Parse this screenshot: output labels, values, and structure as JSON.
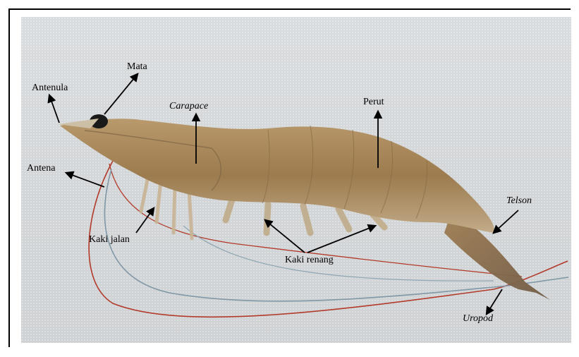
{
  "labels": {
    "antenula": "Antenula",
    "mata": "Mata",
    "carapace": "Carapace",
    "perut": "Perut",
    "antena": "Antena",
    "kaki_jalan": "Kaki jalan",
    "kaki_renang": "Kaki renang",
    "telson": "Telson",
    "uropod": "Uropod"
  },
  "colors": {
    "background": "#d5d8da",
    "body": "#a8845a",
    "antenna_red": "#b23a2a",
    "antenna_blue": "#7f97a6"
  }
}
